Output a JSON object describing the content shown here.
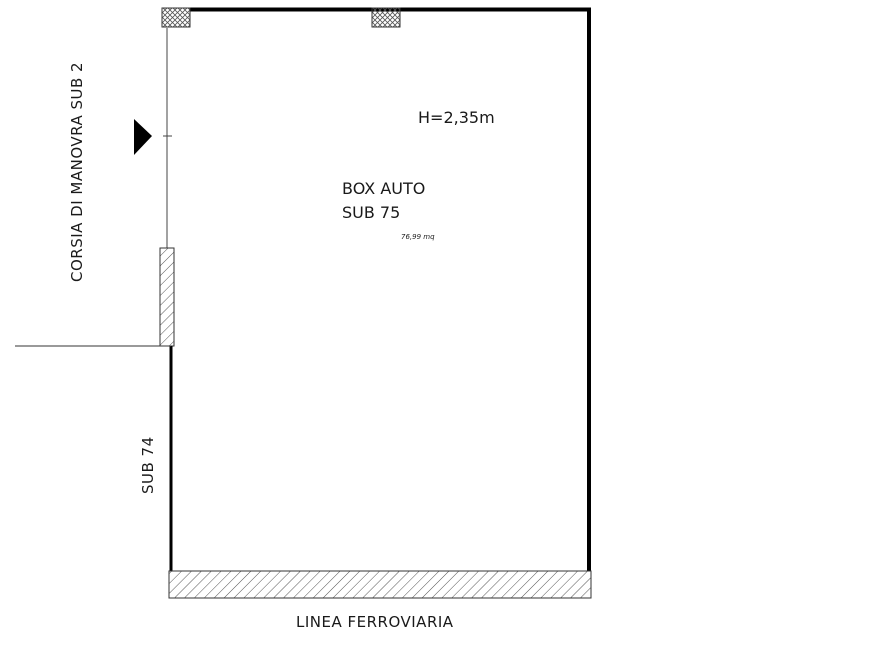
{
  "plan": {
    "room_name": "BOX AUTO",
    "room_sub": "SUB 75",
    "area": "76,99 mq",
    "height": "H=2,35m",
    "corridor_label": "CORSIA DI MANOVRA SUB 2",
    "neighbor_label": "SUB 74",
    "railway_label": "LINEA FERROVIARIA"
  },
  "colors": {
    "wall": "#000000",
    "line": "#333333",
    "hatch": "#555555"
  },
  "icons": {
    "entrance": "triangle-right-icon"
  }
}
